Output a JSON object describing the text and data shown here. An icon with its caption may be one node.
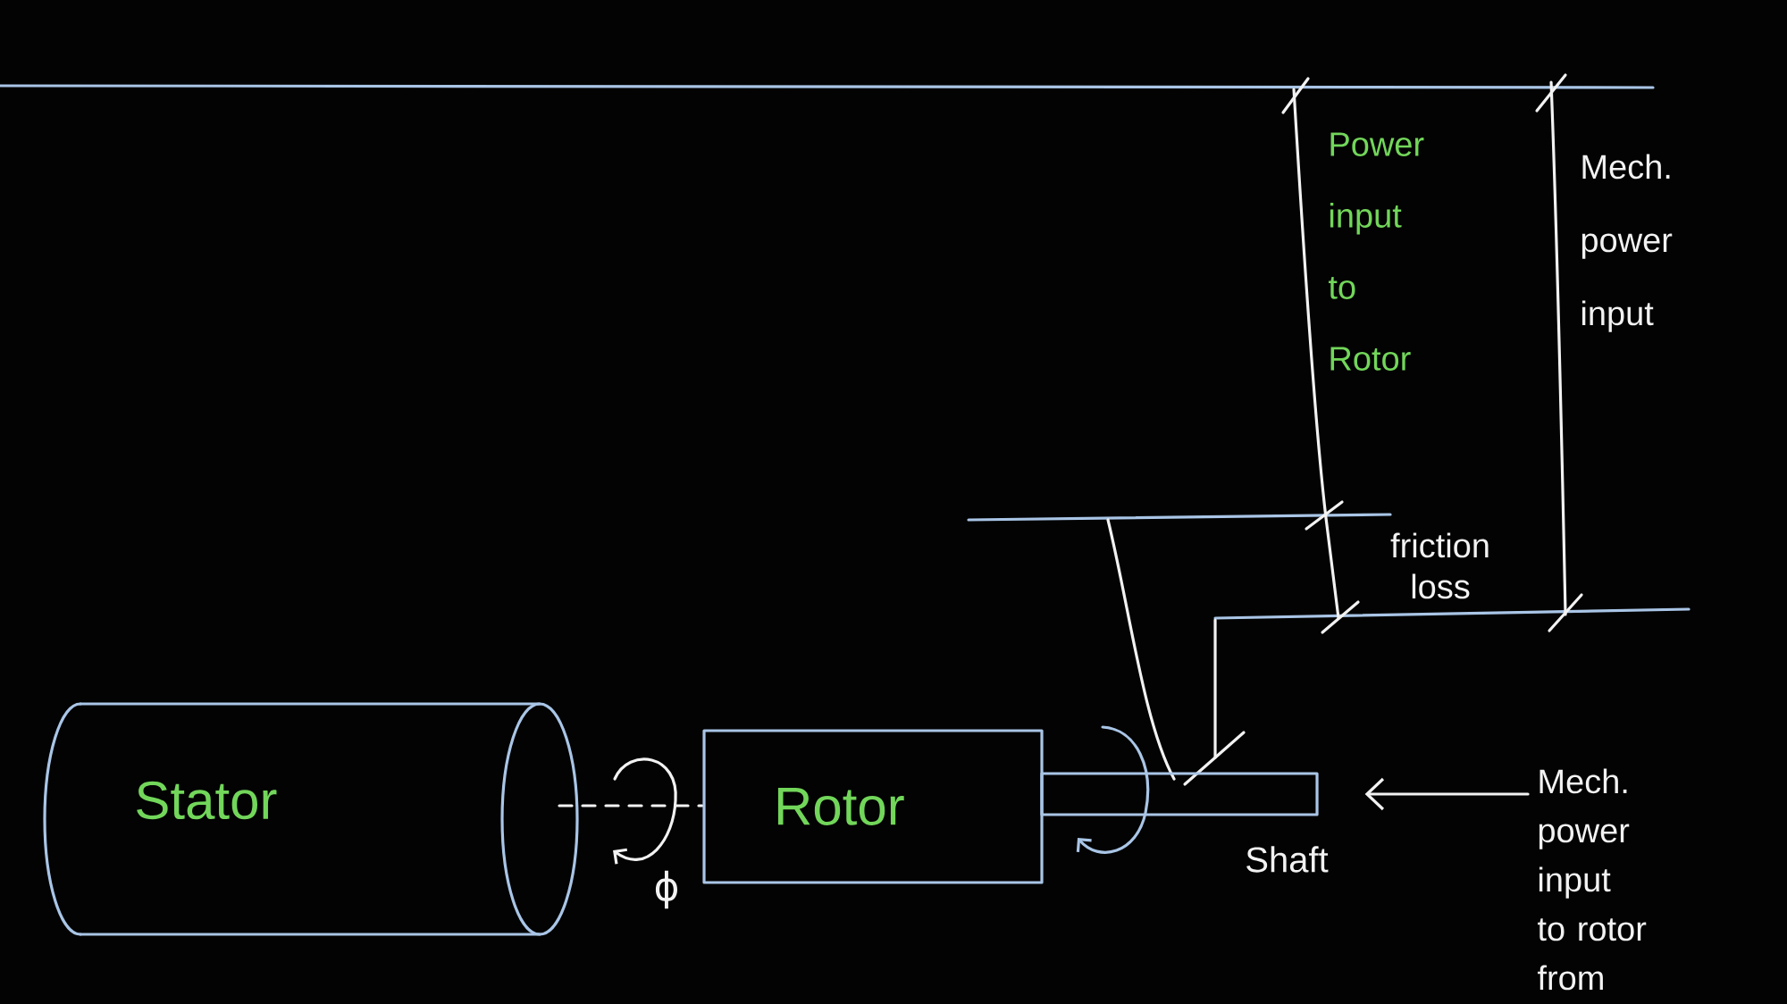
{
  "diagram": {
    "nodes": [
      {
        "text": [
          "Stator"
        ]
      },
      {
        "text": [
          "Rotor"
        ]
      },
      {
        "text": [],
        "shape": "bar",
        "beside": [
          "Shaft"
        ]
      },
      {
        "text": [
          "Mech. power input to rotor from"
        ]
      }
    ],
    "edges": [
      {
        "from": 3,
        "to": 2,
        "arrow": "to"
      }
    ],
    "labels": [
      "Power input to Rotor",
      "Mech. power input",
      "friction loss",
      "ϕ"
    ]
  }
}
